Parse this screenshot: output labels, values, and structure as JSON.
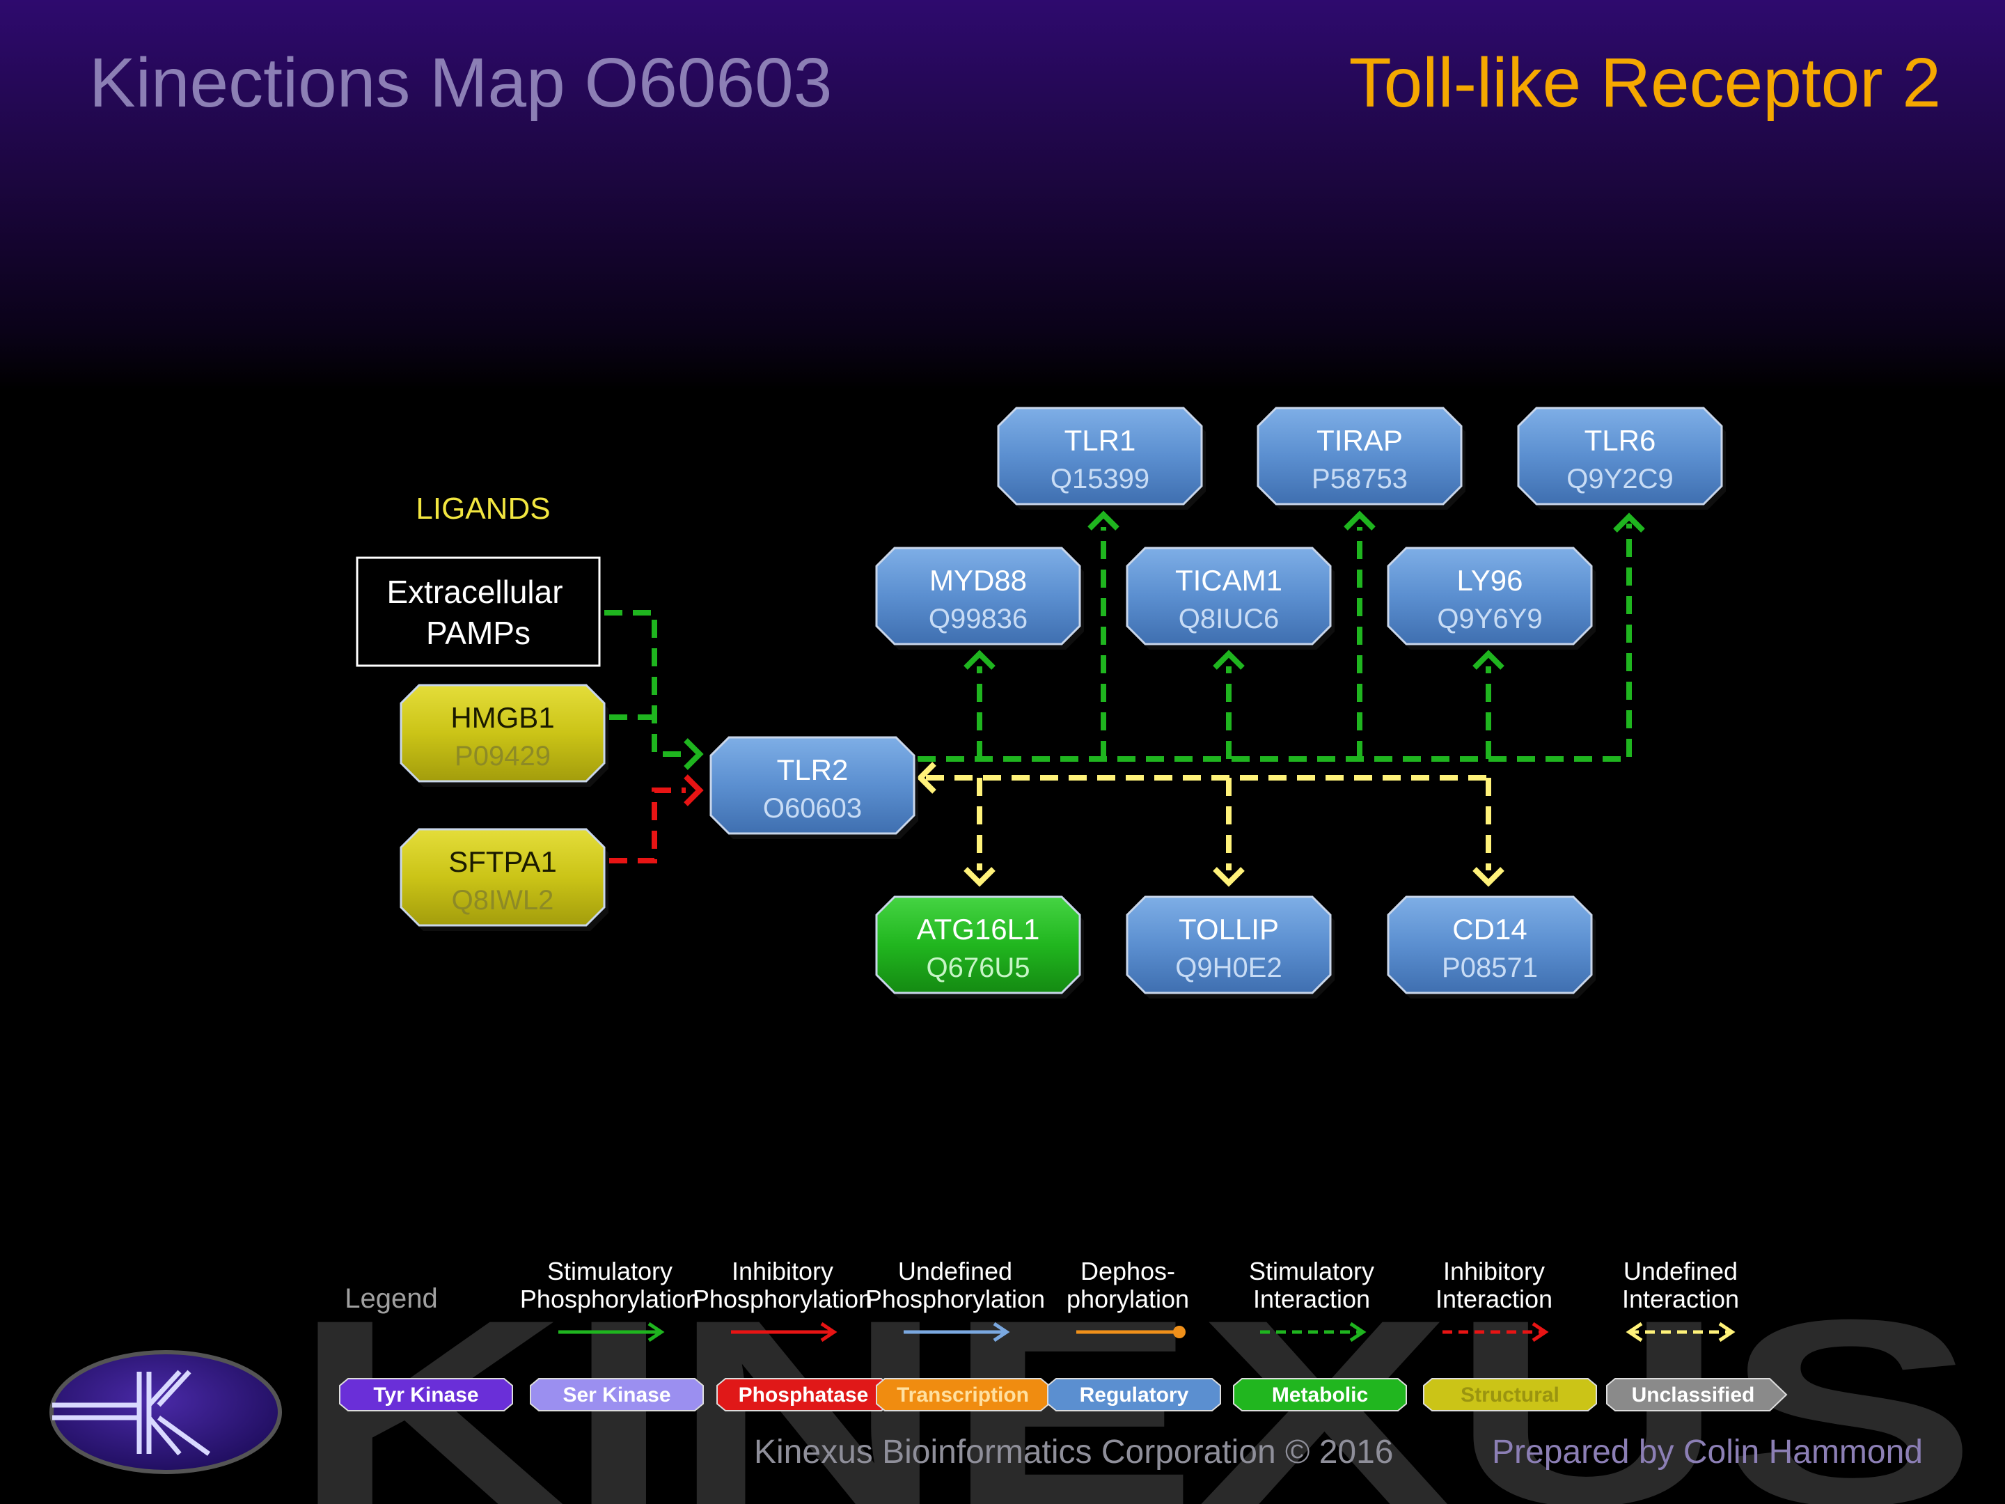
{
  "header": {
    "map_title": "Kinections Map O60603",
    "pathway_title": "Toll-like Receptor 2"
  },
  "ligands_label": "LIGANDS",
  "ligand_box": {
    "line1": "Extracellular",
    "line2": "PAMPs"
  },
  "nodes": [
    {
      "id": "tlr1",
      "name": "TLR1",
      "acc": "Q15399",
      "type": "Regulatory"
    },
    {
      "id": "tirap",
      "name": "TIRAP",
      "acc": "P58753",
      "type": "Regulatory"
    },
    {
      "id": "tlr6",
      "name": "TLR6",
      "acc": "Q9Y2C9",
      "type": "Regulatory"
    },
    {
      "id": "myd88",
      "name": "MYD88",
      "acc": "Q99836",
      "type": "Regulatory"
    },
    {
      "id": "ticam1",
      "name": "TICAM1",
      "acc": "Q8IUC6",
      "type": "Regulatory"
    },
    {
      "id": "ly96",
      "name": "LY96",
      "acc": "Q9Y6Y9",
      "type": "Regulatory"
    },
    {
      "id": "hmgb1",
      "name": "HMGB1",
      "acc": "P09429",
      "type": "Structural"
    },
    {
      "id": "tlr2",
      "name": "TLR2",
      "acc": "O60603",
      "type": "Regulatory"
    },
    {
      "id": "sftpa1",
      "name": "SFTPA1",
      "acc": "Q8IWL2",
      "type": "Structural"
    },
    {
      "id": "atg16l1",
      "name": "ATG16L1",
      "acc": "Q676U5",
      "type": "Metabolic"
    },
    {
      "id": "tollip",
      "name": "TOLLIP",
      "acc": "Q9H0E2",
      "type": "Regulatory"
    },
    {
      "id": "cd14",
      "name": "CD14",
      "acc": "P08571",
      "type": "Regulatory"
    }
  ],
  "colors": {
    "Regulatory": "#5b8fd0",
    "Structural": "#cbc417",
    "Metabolic": "#21b61f",
    "stimulatory": "#1fb51f",
    "inhibitory": "#e81414",
    "undefined_interaction": "#fff27a"
  },
  "legend": {
    "title": "Legend",
    "arrows": [
      {
        "line1": "Stimulatory",
        "line2": "Phosphorylation",
        "style": "solid-green"
      },
      {
        "line1": "Inhibitory",
        "line2": "Phosphorylation",
        "style": "solid-red"
      },
      {
        "line1": "Undefined",
        "line2": "Phosphorylation",
        "style": "solid-blue"
      },
      {
        "line1": "Dephos-",
        "line2": "phorylation",
        "style": "solid-orange-dot"
      },
      {
        "line1": "Stimulatory",
        "line2": "Interaction",
        "style": "dashed-green"
      },
      {
        "line1": "Inhibitory",
        "line2": "Interaction",
        "style": "dashed-red"
      },
      {
        "line1": "Undefined",
        "line2": "Interaction",
        "style": "dashed-yellow-double"
      }
    ],
    "categories": [
      {
        "label": "Tyr Kinase",
        "color": "#6a2fd8",
        "text": "#ffffff"
      },
      {
        "label": "Ser Kinase",
        "color": "#9b8ff0",
        "text": "#ffffff"
      },
      {
        "label": "Phosphatase",
        "color": "#e01818",
        "text": "#ffffff"
      },
      {
        "label": "Transcription",
        "color": "#f08c10",
        "text": "#ffe0a0"
      },
      {
        "label": "Regulatory",
        "color": "#5b8fd0",
        "text": "#ffffff"
      },
      {
        "label": "Metabolic",
        "color": "#21b61f",
        "text": "#ffffff"
      },
      {
        "label": "Structural",
        "color": "#cbc417",
        "text": "#9a9410"
      },
      {
        "label": "Unclassified",
        "color": "#8a8a8a",
        "text": "#ffffff"
      }
    ]
  },
  "watermark": "KINEXUS",
  "footer": {
    "credit": "Kinexus Bioinformatics Corporation © 2016",
    "prepared": "Prepared by  Colin Hammond"
  }
}
